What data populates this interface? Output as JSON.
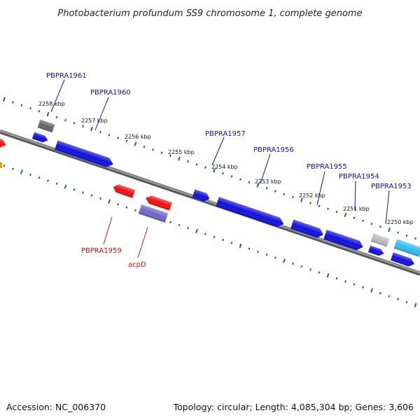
{
  "title": "Photobacterium profundum SS9 chromosome 1, complete genome",
  "footer": {
    "accession": "Accession: NC_006370",
    "summary": "Topology: circular; Length: 4,085,304 bp; Genes: 3,606"
  },
  "colors": {
    "backbone": "#7a7a7a",
    "tick": "#1e7a1e",
    "forward_label": "#1111aa",
    "reverse_label": "#cc1111",
    "cds": "#1010dd",
    "rna": "#666666",
    "highlight": "#33bbee",
    "reverse_gene": "#ee1111",
    "acp": "#6f66cc"
  },
  "scale_labels": [
    "2258 kbp",
    "2257 kbp",
    "2256 kbp",
    "2255 kbp",
    "2254 kbp",
    "2253 kbp",
    "2252 kbp",
    "2251 kbp",
    "2250 kbp"
  ],
  "forward_genes": [
    "PBPRA1961",
    "PBPRA1960",
    "PBPRA1957",
    "PBPRA1956",
    "PBPRA1955",
    "PBPRA1954",
    "PBPRA1953"
  ],
  "reverse_genes": [
    "PBPRA1959",
    "acpD"
  ]
}
